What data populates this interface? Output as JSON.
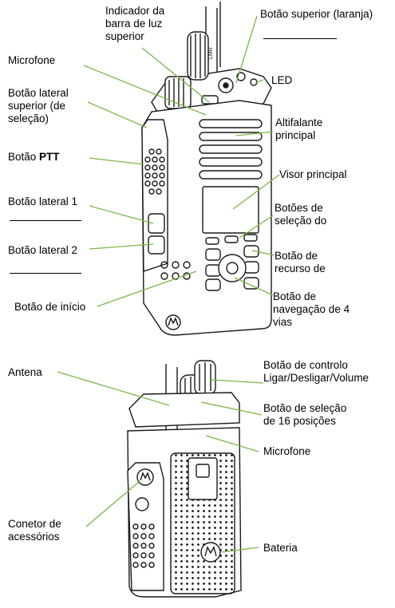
{
  "front": {
    "top_bar_indicator_line1": "Indicador da",
    "top_bar_indicator_line2": "barra de luz",
    "top_bar_indicator_line3": "superior",
    "top_button_orange": "Botão superior (laranja)",
    "microphone": "Microfone",
    "led": "LED",
    "upper_side_button_line1": "Botão lateral",
    "upper_side_button_line2": "superior (de",
    "upper_side_button_line3": "seleção)",
    "main_speaker_line1": "Altifalante",
    "main_speaker_line2": "principal",
    "ptt_button_prefix": "Botão ",
    "ptt_button_bold": "PTT",
    "main_display": "Visor principal",
    "side_button_1": "Botão lateral 1",
    "menu_select_buttons_line1": "Botões de",
    "menu_select_buttons_line2": "seleção do",
    "side_button_2": "Botão lateral 2",
    "feature_button_line1": "Botão de",
    "feature_button_line2": "recurso de",
    "home_button": "Botão de início",
    "nav_button_line1": "Botão de",
    "nav_button_line2": "navegação de 4",
    "nav_button_line3": "vias"
  },
  "back": {
    "antenna": "Antena",
    "power_volume_knob_line1": "Botão de controlo",
    "power_volume_knob_line2": "Ligar/Desligar/Volume",
    "selector_16_line1": "Botão de seleção",
    "selector_16_line2": "de 16 posições",
    "microphone": "Microfone",
    "accessory_connector_line1": "Conetor de",
    "accessory_connector_line2": "acessórios",
    "battery": "Bateria"
  },
  "colors": {
    "leader_line": "#7ab648",
    "outline": "#1a1a1a",
    "body_fill": "#ffffff",
    "grille": "#d9d9d9"
  },
  "icons": {
    "front_logo": "motorola-logo-icon",
    "back_logo": "motorola-logo-icon"
  }
}
